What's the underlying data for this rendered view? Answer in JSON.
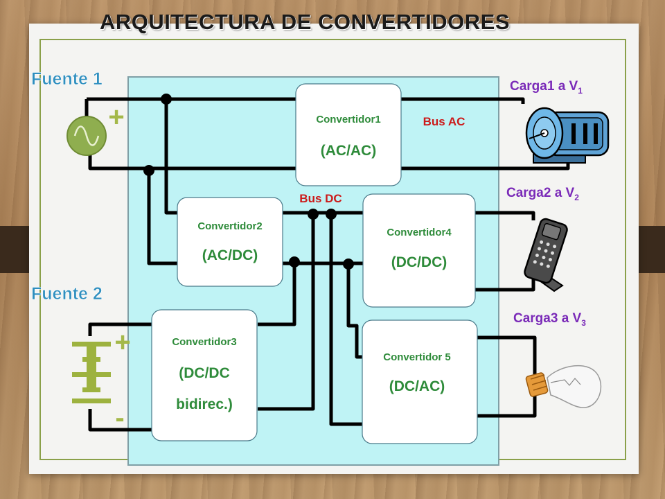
{
  "title": "ARQUITECTURA DE CONVERTIDORES",
  "sources": {
    "fuente1": "Fuente 1",
    "fuente2": "Fuente 2",
    "plus": "+",
    "minus": "-"
  },
  "converters": [
    {
      "name": "Convertidor1",
      "type": "(AC/AC)"
    },
    {
      "name": "Convertidor2",
      "type": "(AC/DC)"
    },
    {
      "name": "Convertidor3",
      "type": "(DC/DC",
      "type2": "bidirec.)"
    },
    {
      "name": "Convertidor4",
      "type": "(DC/DC)"
    },
    {
      "name": "Convertidor 5",
      "type": "(DC/AC)"
    }
  ],
  "buses": {
    "ac": "Bus AC",
    "dc": "Bus DC"
  },
  "loads": [
    {
      "label": "Carga1 a V",
      "sub": "1"
    },
    {
      "label": "Carga2 a V",
      "sub": "2"
    },
    {
      "label": "Carga3 a V",
      "sub": "3"
    }
  ],
  "colors": {
    "title": "#1a1a1a",
    "source_label": "#2f8fbf",
    "load_label": "#7a2ab8",
    "converter_text": "#2e8b3a",
    "bus_label": "#cc1a1a",
    "panel_fill": "#bff3f5",
    "wire": "#000000",
    "ac_source_green": "#8fae4f"
  },
  "icons": [
    "ac-source-icon",
    "battery-icon",
    "motor-icon",
    "phone-icon",
    "light-bulb-icon"
  ]
}
